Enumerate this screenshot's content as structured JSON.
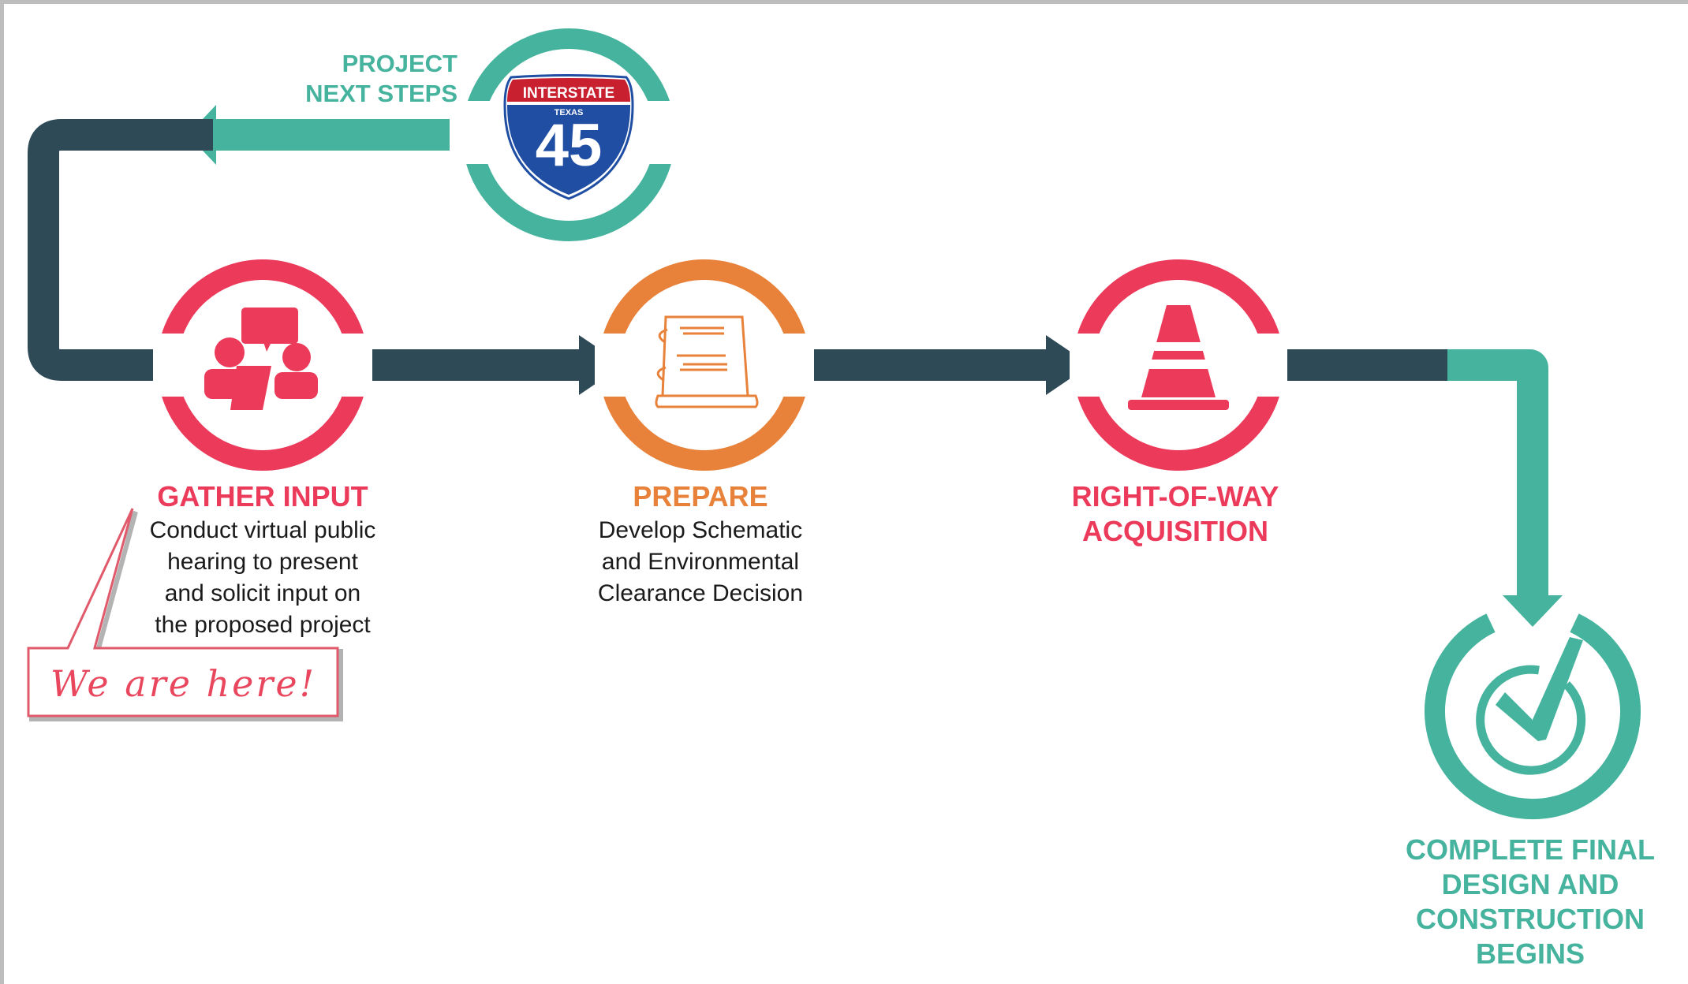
{
  "colors": {
    "teal": "#45b39d",
    "navy": "#2f4a57",
    "pink": "#ec3a5b",
    "orange": "#e8823a",
    "shield_red": "#c8202f",
    "shield_blue": "#1f4ea3"
  },
  "header": {
    "title_line1": "PROJECT",
    "title_line2": "NEXT STEPS"
  },
  "shield": {
    "top_text": "INTERSTATE",
    "state_text": "TEXAS",
    "number": "45"
  },
  "steps": [
    {
      "icon": "people-chat-icon",
      "title_lines": [
        "GATHER INPUT"
      ],
      "desc_lines": [
        "Conduct virtual public",
        "hearing to present",
        "and solicit input on",
        "the proposed project"
      ]
    },
    {
      "icon": "document-icon",
      "title_lines": [
        "PREPARE"
      ],
      "desc_lines": [
        "Develop Schematic",
        "and Environmental",
        "Clearance Decision"
      ]
    },
    {
      "icon": "traffic-cone-icon",
      "title_lines": [
        "RIGHT-OF-WAY",
        "ACQUISITION"
      ],
      "desc_lines": []
    },
    {
      "icon": "checkmark-icon",
      "title_lines": [
        "COMPLETE FINAL",
        "DESIGN AND",
        "CONSTRUCTION",
        "BEGINS"
      ],
      "desc_lines": []
    }
  ],
  "callout": {
    "text": "We are here!"
  }
}
